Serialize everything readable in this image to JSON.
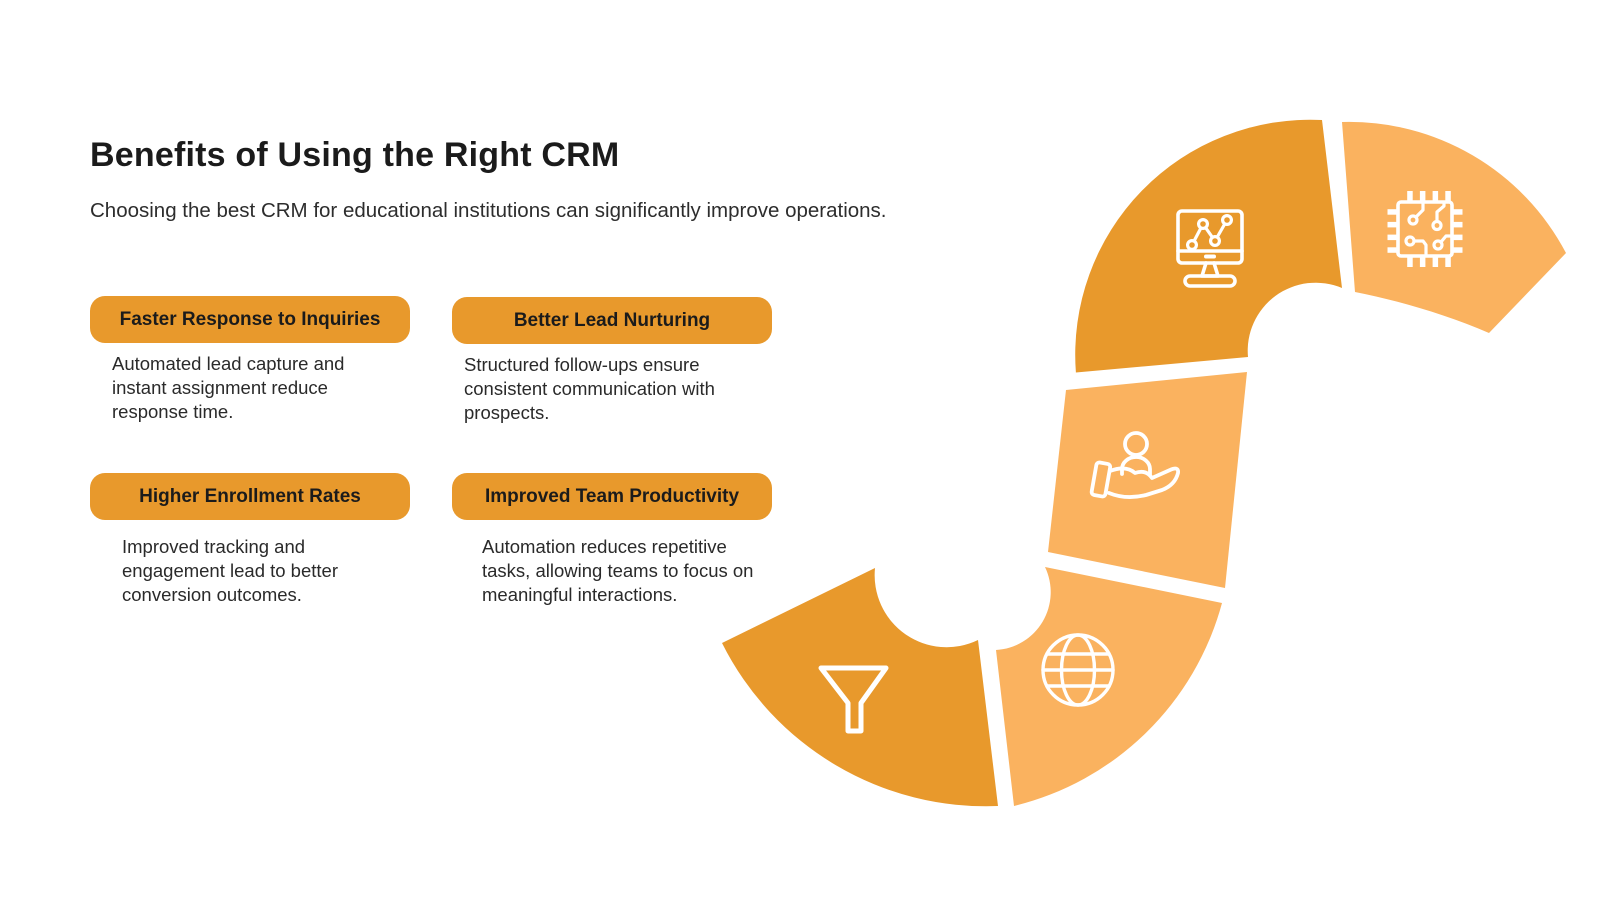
{
  "header": {
    "title": "Benefits of Using the Right CRM",
    "subtitle": "Choosing the best CRM for educational institutions can significantly improve operations."
  },
  "benefits": [
    {
      "title": "Faster Response to Inquiries",
      "description": "Automated lead capture and instant assignment reduce response time."
    },
    {
      "title": "Better Lead Nurturing",
      "description": "Structured follow-ups ensure consistent communication with prospects."
    },
    {
      "title": "Higher Enrollment Rates",
      "description": "Improved tracking and engagement lead to better conversion outcomes."
    },
    {
      "title": "Improved Team Productivity",
      "description": "Automation reduces repetitive tasks, allowing teams to focus on meaningful interactions."
    }
  ],
  "graphic": {
    "segment_icons": [
      "monitor-chart-icon",
      "chip-icon",
      "person-care-icon",
      "globe-icon",
      "funnel-icon"
    ]
  },
  "colors": {
    "dark_orange": "#E8992C",
    "light_orange": "#FAB25F",
    "icon_stroke": "#FFFFFF",
    "heading_text": "#1B1B1B",
    "body_text": "#2A2A2A"
  }
}
